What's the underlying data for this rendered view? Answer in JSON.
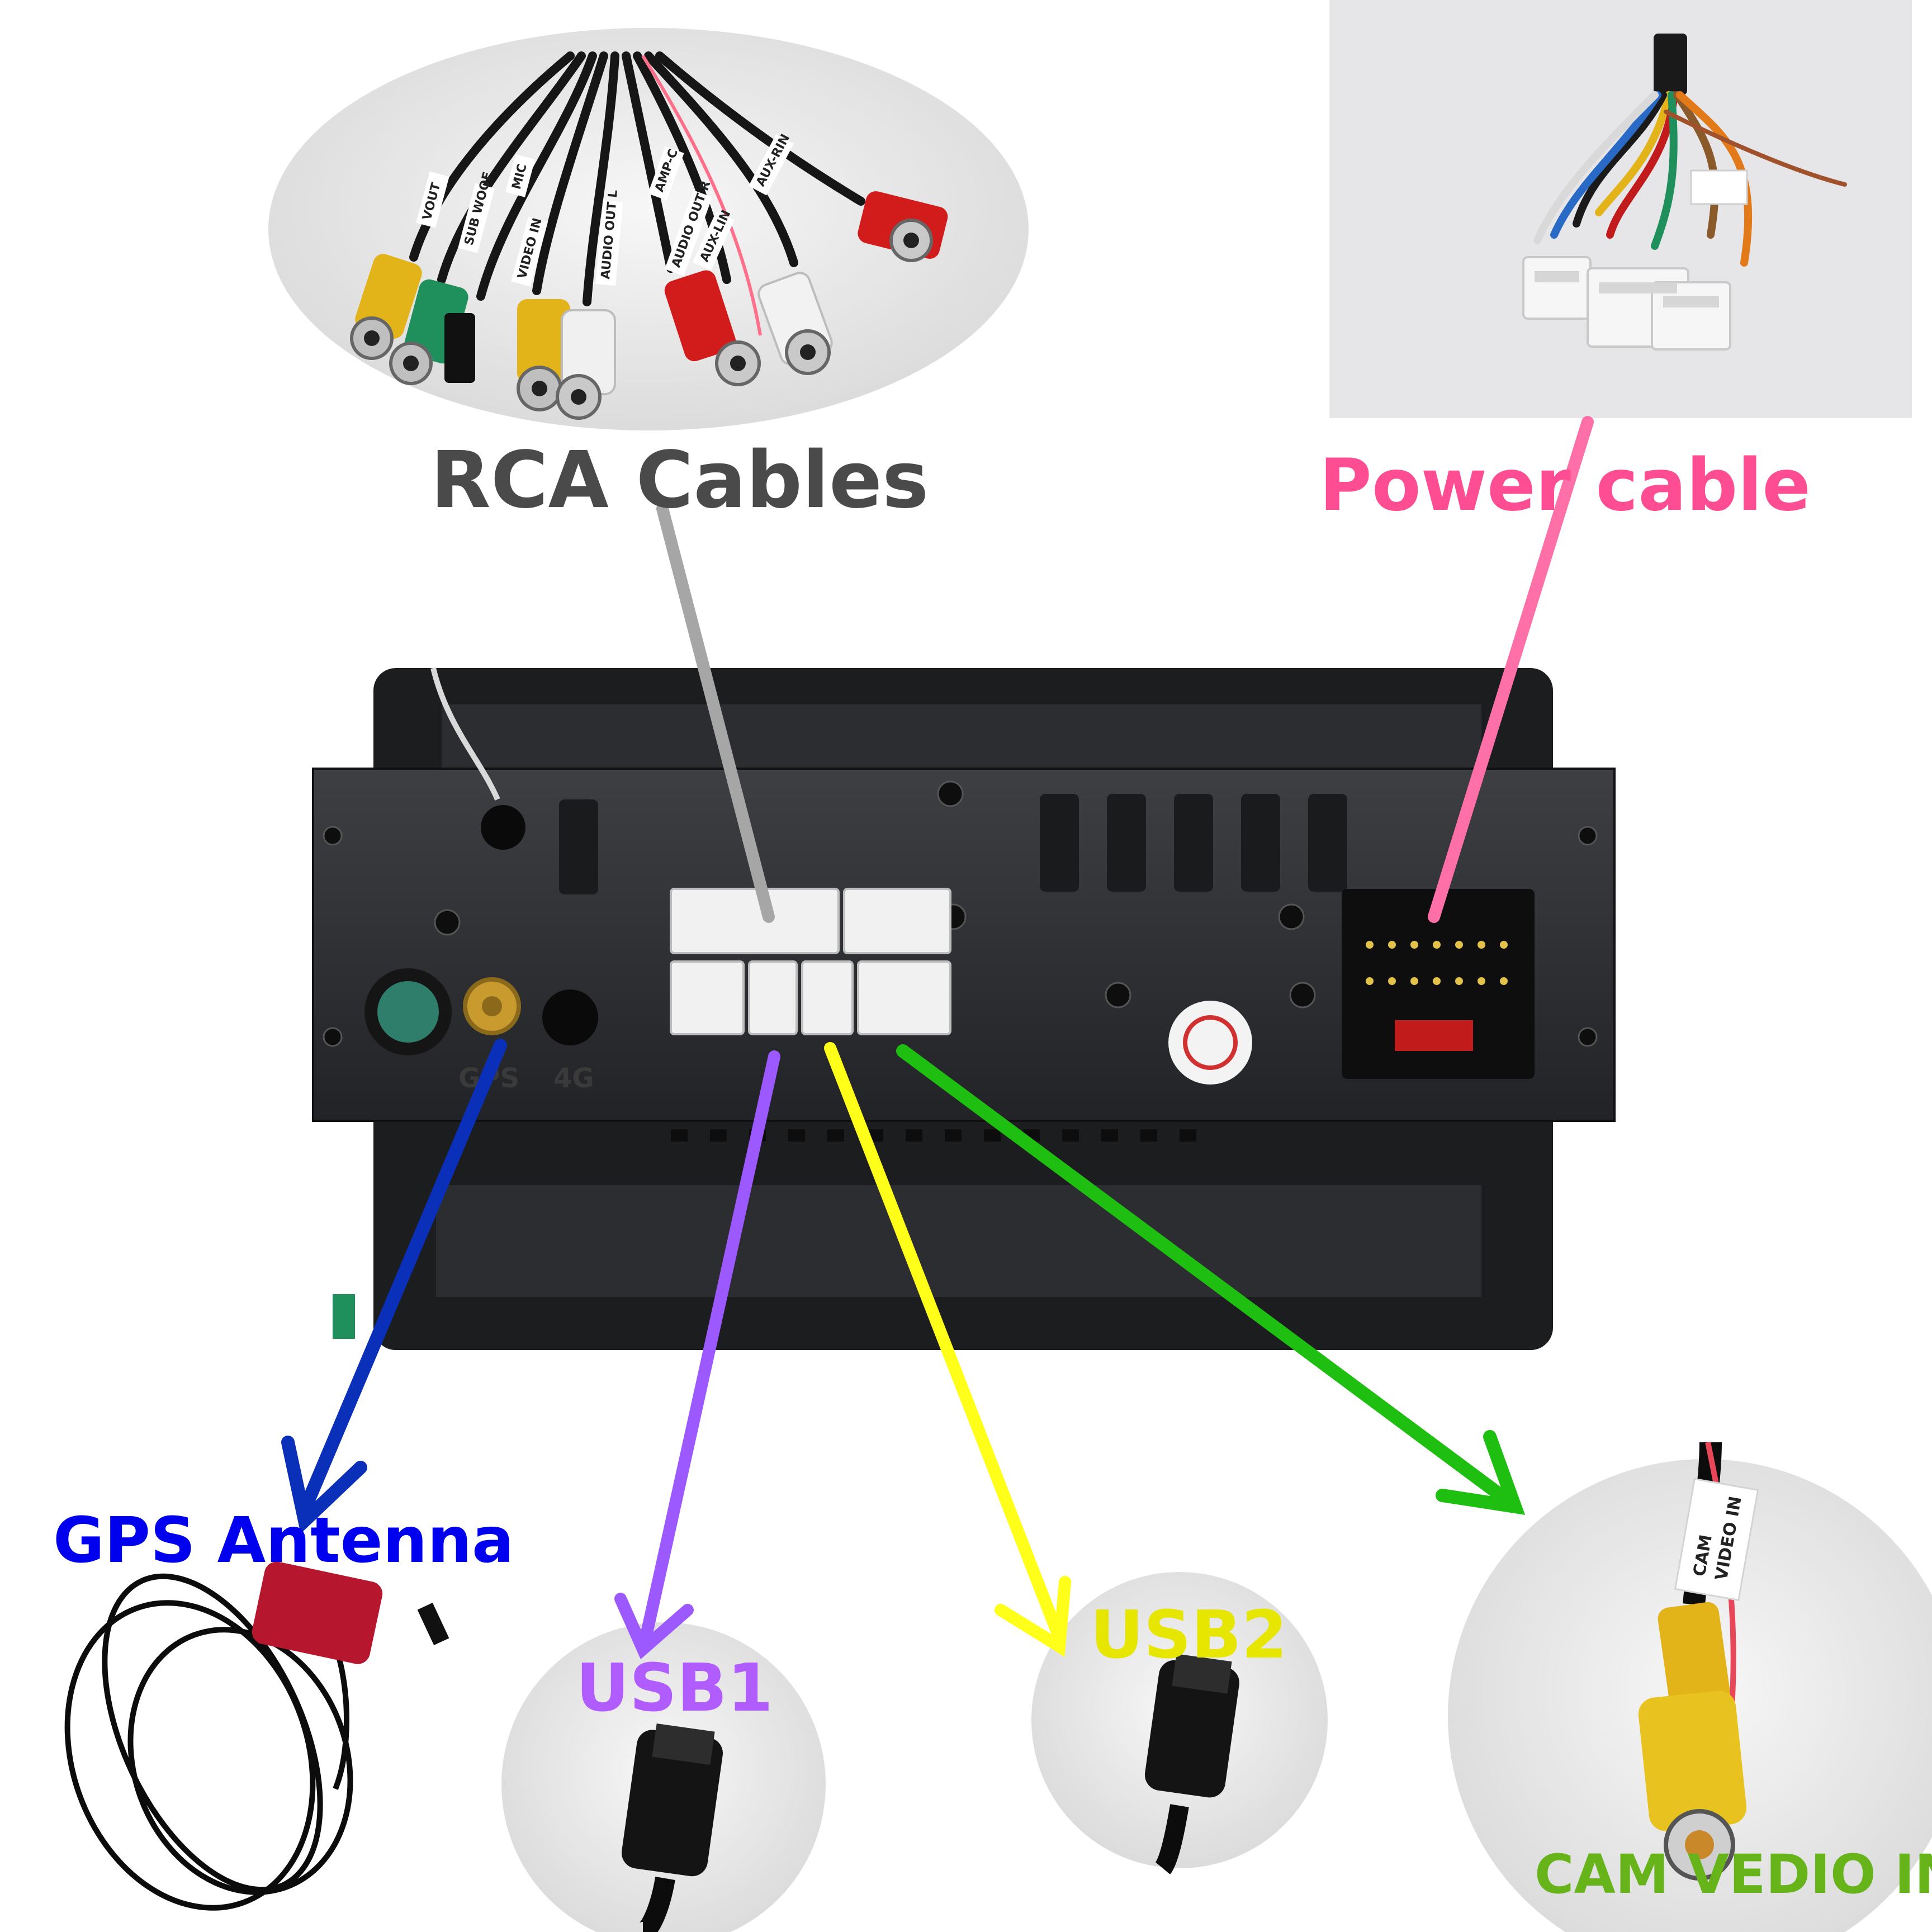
{
  "labels": {
    "rca": "RCA Cables",
    "power": "Power cable",
    "gps": "GPS Antenna",
    "usb1": "USB1",
    "usb2": "USB2",
    "cam": "CAM VEDIO IN"
  },
  "rca_tags": [
    "VOUT",
    "SUB WOOF",
    "MIC",
    "VIDEO IN",
    "AUDIO OUT L",
    "AUDIO OUT R",
    "AMP-C",
    "AUX-RIN",
    "AUX-LIN"
  ],
  "cam_tag": [
    "CAM",
    "VIDEO IN"
  ],
  "unit_marks": [
    "GPS",
    "4G"
  ],
  "colors": {
    "rca": "#4a4a4a",
    "power": "#ff4d94",
    "gps": "#0000ee",
    "usb1": "#b15cff",
    "usb2": "#e6e600",
    "cam": "#66b31a",
    "rca_line": "#a6a6a6",
    "power_line": "#ff6fa8",
    "gps_arrow": "#0a2fb8",
    "usb1_arrow": "#9b59ff",
    "usb2_arrow": "#ffff1a",
    "cam_arrow": "#1fbf12"
  }
}
